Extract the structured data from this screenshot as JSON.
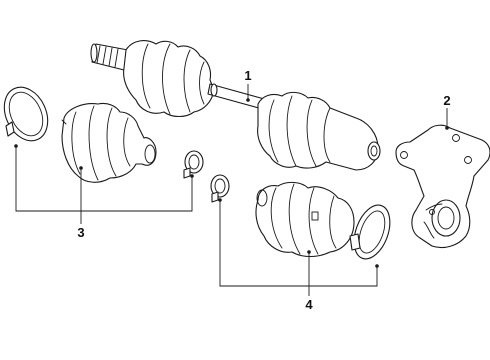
{
  "callouts": {
    "c1": "1",
    "c2": "2",
    "c3": "3",
    "c4": "4"
  },
  "parts": [
    {
      "callout": "1",
      "shape": "axle-shaft-assembly"
    },
    {
      "callout": "2",
      "shape": "support-bracket"
    },
    {
      "callout": "3",
      "shape": "outer-boot-kit"
    },
    {
      "callout": "4",
      "shape": "inner-boot-kit"
    }
  ],
  "colors": {
    "line": "#1a1a1a",
    "background": "#ffffff"
  }
}
